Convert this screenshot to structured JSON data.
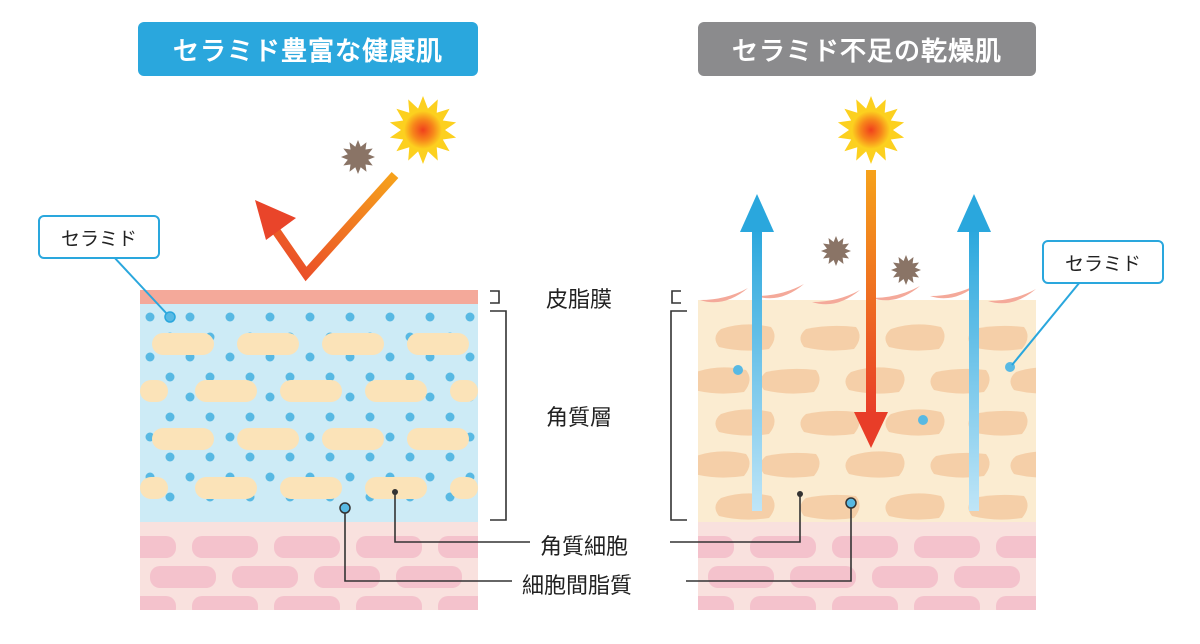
{
  "titles": {
    "healthy": "セラミド豊富な健康肌",
    "dry": "セラミド不足の乾燥肌"
  },
  "callouts": {
    "left": "セラミド",
    "right": "セラミド"
  },
  "labels": {
    "sebum_film": "皮脂膜",
    "stratum_corneum": "角質層",
    "corneocyte": "角質細胞",
    "intercellular_lipid": "細胞間脂質"
  },
  "colors": {
    "healthy_title_bg": "#2aa7dd",
    "dry_title_bg": "#8b8b8d",
    "sebum_film": "#f4a99a",
    "healthy_lipid_bg": "#cdebf6",
    "ceramide_dot": "#58b9e3",
    "corneocyte": "#fbe3b8",
    "dry_layer_bg": "#fbecd1",
    "dermis_bg": "#f9e1de",
    "dermis_cell": "#f4c2cc",
    "blue_arrow": "#3aaee8",
    "red_arrow": "#e8452a",
    "sun": "#f7a21b",
    "dust": "#8a7466"
  },
  "icons": {
    "sun": "sun-icon",
    "dust": "dust-particle-icon"
  }
}
